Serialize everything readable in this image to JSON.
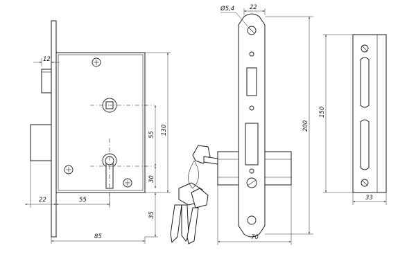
{
  "dimensions": {
    "side_view": {
      "bolt_width": "12",
      "height": "130",
      "backset_upper": "55",
      "cylinder_offset": "30",
      "lower": "35",
      "front_projection": "22",
      "backset": "55",
      "width": "85"
    },
    "faceplate_view": {
      "hole_diameter": "Ø5,4",
      "top_width": "22",
      "height": "200",
      "width": "70"
    },
    "strike_view": {
      "height": "150",
      "width": "33"
    }
  }
}
